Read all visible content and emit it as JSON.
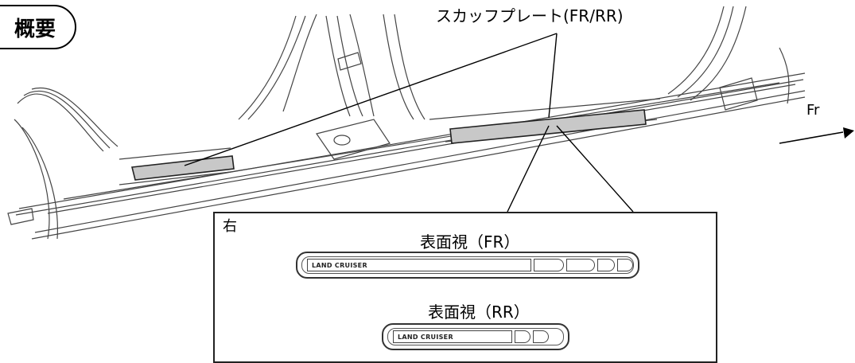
{
  "badge": {
    "label": "概要"
  },
  "callout": {
    "label": "スカッフプレート(FR/RR)"
  },
  "direction": {
    "label": "Fr"
  },
  "detail": {
    "side_label": "右",
    "views": [
      {
        "title": "表面視（FR）",
        "emblem_text": "LAND CRUISER"
      },
      {
        "title": "表面視（RR）",
        "emblem_text": "LAND CRUISER"
      }
    ]
  }
}
